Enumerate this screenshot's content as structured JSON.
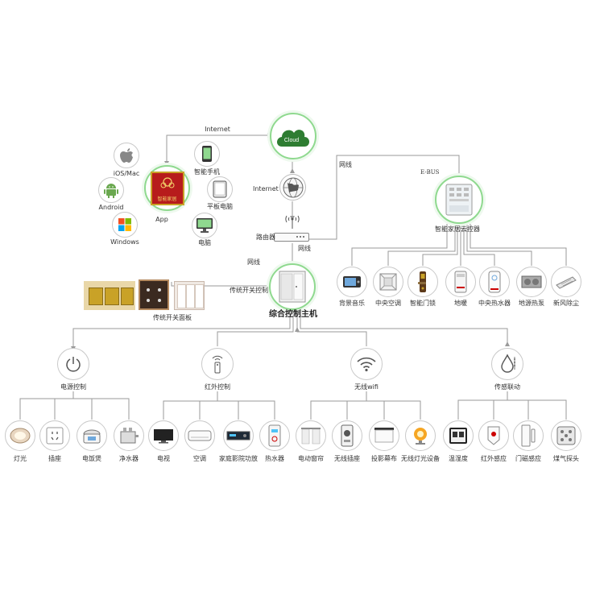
{
  "top": {
    "internet_top": "Internet",
    "cloud": "Cloud",
    "internet_mid": "Internet",
    "router": "路由器",
    "network_right": "网线",
    "network_router": "网线",
    "network_main": "网线",
    "ebus": "E-BUS"
  },
  "app_cluster": {
    "app_badge": "智能家居",
    "app_label": "App",
    "ios": "iOS/Mac",
    "android": "Android",
    "windows": "Windows",
    "phone": "智能手机",
    "tablet": "平板电脑",
    "pc": "电脑"
  },
  "cloud_controller": {
    "label": "智能家居云控器",
    "devices": [
      "背景音乐",
      "中央空调",
      "智能门锁",
      "地暖",
      "中央热水器",
      "地源热泵",
      "新风除尘"
    ]
  },
  "main_host": {
    "label": "综合控制主机",
    "switch_link": "传统开关控制",
    "switch_panel": "传统开关面板"
  },
  "categories": [
    {
      "label": "电源控制",
      "devices": [
        "灯光",
        "插座",
        "电饭煲",
        "净水器"
      ]
    },
    {
      "label": "红外控制",
      "devices": [
        "电视",
        "空调",
        "家庭影院功放",
        "热水器"
      ]
    },
    {
      "label": "无线wifi",
      "devices": [
        "电动窗帘",
        "无线插座",
        "投影幕布",
        "无线灯光设备"
      ]
    },
    {
      "label": "传感联动",
      "devices": [
        "温湿度",
        "红外感应",
        "门磁感应",
        "煤气探头"
      ]
    }
  ],
  "colors": {
    "accent_green": "#8fd98f",
    "cloud_green": "#2e7d32",
    "line_gray": "#9a9a9a",
    "app_red": "#b71c1c",
    "gold": "#c9a227"
  }
}
